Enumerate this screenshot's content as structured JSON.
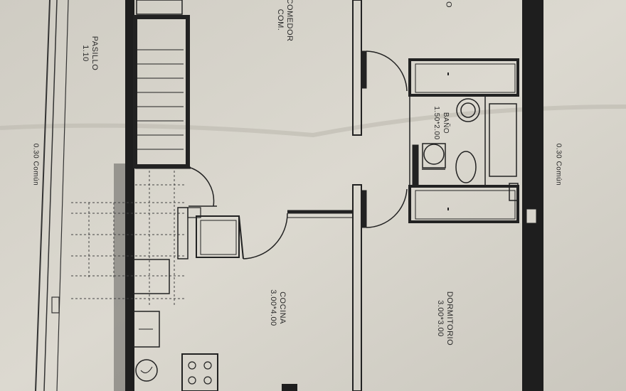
{
  "rooms": {
    "comedor": {
      "name": "COMEDOR",
      "dims": "COM."
    },
    "pasillo": {
      "name": "PASILLO",
      "dims": "1.10"
    },
    "bano": {
      "name": "BAÑO",
      "dims": "1.50*2.00"
    },
    "cocina": {
      "name": "COCINA",
      "dims": "3.00*4.00"
    },
    "dormitorio": {
      "name": "DORMITORIO",
      "dims": "3.00*3.00"
    },
    "top_right_fragment": "O"
  },
  "common_labels": {
    "left": "0.30 Común",
    "right": "0.30 Común"
  },
  "colors": {
    "paper": "#d8d5cc",
    "wall": "#1e1e1e",
    "line": "#333333"
  }
}
